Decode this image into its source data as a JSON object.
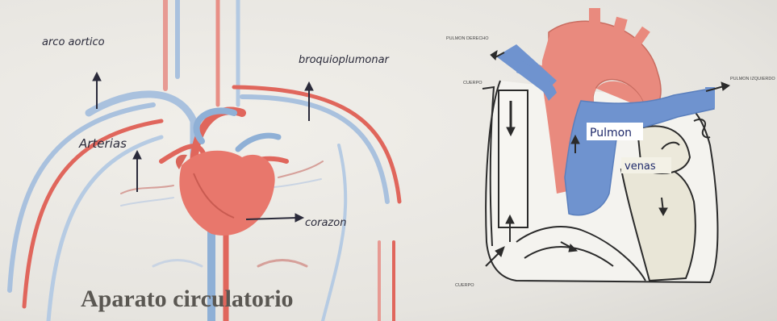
{
  "left_diagram": {
    "title": "Aparato circulatorio",
    "labels": {
      "arco_aortico": "arco aortico",
      "broquioplumonar": "broquioplumonar",
      "arterias": "Arterias",
      "corazon": "corazon"
    }
  },
  "right_diagram": {
    "labels": {
      "pulmon_derecho": "PULMON DERECHO",
      "cuerpo_top": "CUERPO",
      "pulmon_izquierdo": "PULMON IZQUIERDO",
      "cuerpo_bottom": "CUERPO",
      "pulmon": "Pulmon",
      "venas": "venas"
    }
  },
  "colors": {
    "artery_red": "#e0665c",
    "vein_blue": "#8fb0d6",
    "heart_red": "#e8776c",
    "right_red": "#e98a7e",
    "right_blue": "#6f93cf",
    "ink": "#2a2a3a"
  }
}
